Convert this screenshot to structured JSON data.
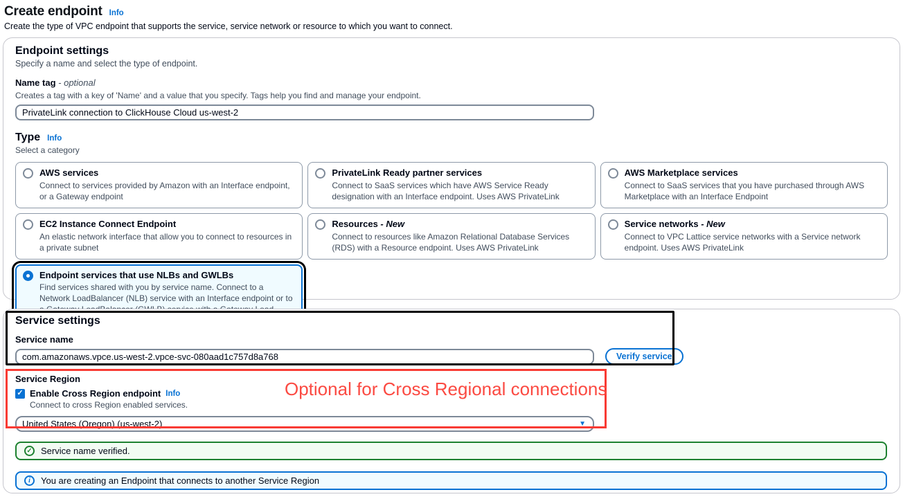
{
  "page": {
    "title": "Create endpoint",
    "title_info": "Info",
    "description": "Create the type of VPC endpoint that supports the service, service network or resource to which you want to connect."
  },
  "endpoint_settings": {
    "heading": "Endpoint settings",
    "description": "Specify a name and select the type of endpoint.",
    "name_tag": {
      "label": "Name tag",
      "suffix": " - optional",
      "help": "Creates a tag with a key of 'Name' and a value that you specify. Tags help you find and manage your endpoint.",
      "value": "PrivateLink connection to ClickHouse Cloud us-west-2"
    },
    "type": {
      "heading": "Type",
      "info": "Info",
      "description": "Select a category",
      "options": [
        {
          "label": "AWS services",
          "suffix": "",
          "description": "Connect to services provided by Amazon with an Interface endpoint, or a Gateway endpoint",
          "selected": false
        },
        {
          "label": "PrivateLink Ready partner services",
          "suffix": "",
          "description": "Connect to SaaS services which have AWS Service Ready designation with an Interface endpoint. Uses AWS PrivateLink",
          "selected": false
        },
        {
          "label": "AWS Marketplace services",
          "suffix": "",
          "description": "Connect to SaaS services that you have purchased through AWS Marketplace with an Interface Endpoint",
          "selected": false
        },
        {
          "label": "EC2 Instance Connect Endpoint",
          "suffix": "",
          "description": "An elastic network interface that allow you to connect to resources in a private subnet",
          "selected": false
        },
        {
          "label": "Resources",
          "suffix": " - New",
          "description": "Connect to resources like Amazon Relational Database Services (RDS) with a Resource endpoint. Uses AWS PrivateLink",
          "selected": false
        },
        {
          "label": "Service networks",
          "suffix": " - New",
          "description": "Connect to VPC Lattice service networks with a Service network endpoint. Uses AWS PrivateLink",
          "selected": false
        },
        {
          "label": "Endpoint services that use NLBs and GWLBs",
          "suffix": "",
          "description": "Find services shared with you by service name. Connect to a Network LoadBalancer (NLB) service with an Interface endpoint or to a Gateway LoadBalancer (GWLB) service with a Gateway Load Balancer endpoint",
          "selected": true
        }
      ]
    }
  },
  "service_settings": {
    "heading": "Service settings",
    "service_name": {
      "label": "Service name",
      "value": "com.amazonaws.vpce.us-west-2.vpce-svc-080aad1c757d8a768"
    },
    "verify_button": "Verify service",
    "service_region": {
      "label": "Service Region",
      "checkbox_label": "Enable Cross Region endpoint",
      "info": "Info",
      "checkbox_checked": true,
      "check_glyph": "✓",
      "help": "Connect to cross Region enabled services.",
      "selected_region": "United States (Oregon) (us-west-2)",
      "caret": "▼"
    }
  },
  "banners": {
    "success_text": "Service name verified.",
    "success_icon_glyph": "✓",
    "info_text": "You are creating an Endpoint that connects to another Service Region",
    "info_icon_glyph": "i"
  },
  "annotations": {
    "cross_region_note": "Optional for Cross Regional connections"
  },
  "colors": {
    "accent_blue": "#0972d3",
    "success_green": "#1d8130",
    "annotation_red": "#f93b34",
    "annotation_black": "#000000",
    "selected_tile_bg": "#f0fbff"
  }
}
